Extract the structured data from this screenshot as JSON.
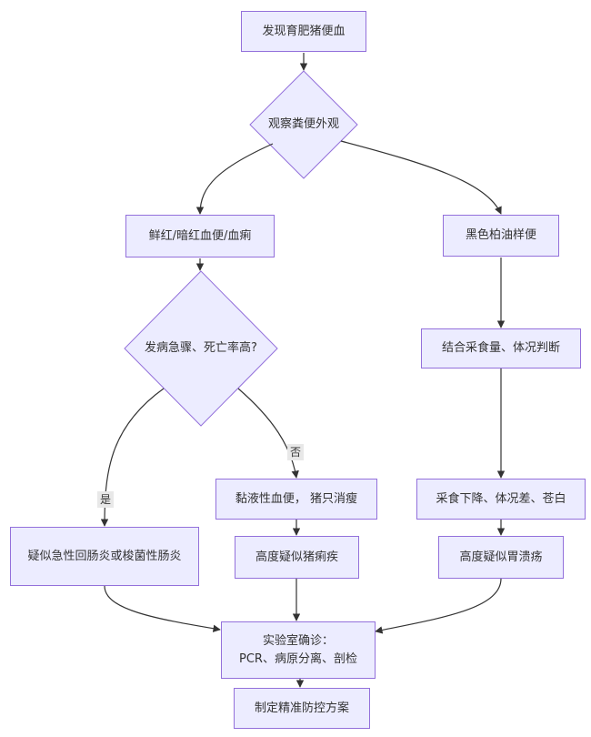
{
  "nodes": {
    "find_blood": "发现育肥猪便血",
    "observe": "观察粪便外观",
    "bright_red": "鲜红/暗红血便/血痢",
    "black_tarry": "黑色柏油样便",
    "acute": "发病急骤、死亡率高?",
    "appetite_check": "结合采食量、体况判断",
    "ileitis": "疑似急性回肠炎或梭菌性肠炎",
    "mucus_blood": "黏液性血便， 猪只消瘦",
    "appetite_drop": "采食下降、体况差、苍白",
    "dysentery": "高度疑似猪痢疾",
    "ulcer": "高度疑似胃溃疡",
    "lab_line1": "实验室确诊：",
    "lab_line2": "PCR、病原分离、剖检",
    "plan": "制定精准防控方案"
  },
  "edge_labels": {
    "yes": "是",
    "no": "否"
  },
  "colors": {
    "node_fill": "#ececff",
    "node_border": "#9370db",
    "edge": "#333333",
    "edge_label_bg": "#e8e8e8"
  }
}
